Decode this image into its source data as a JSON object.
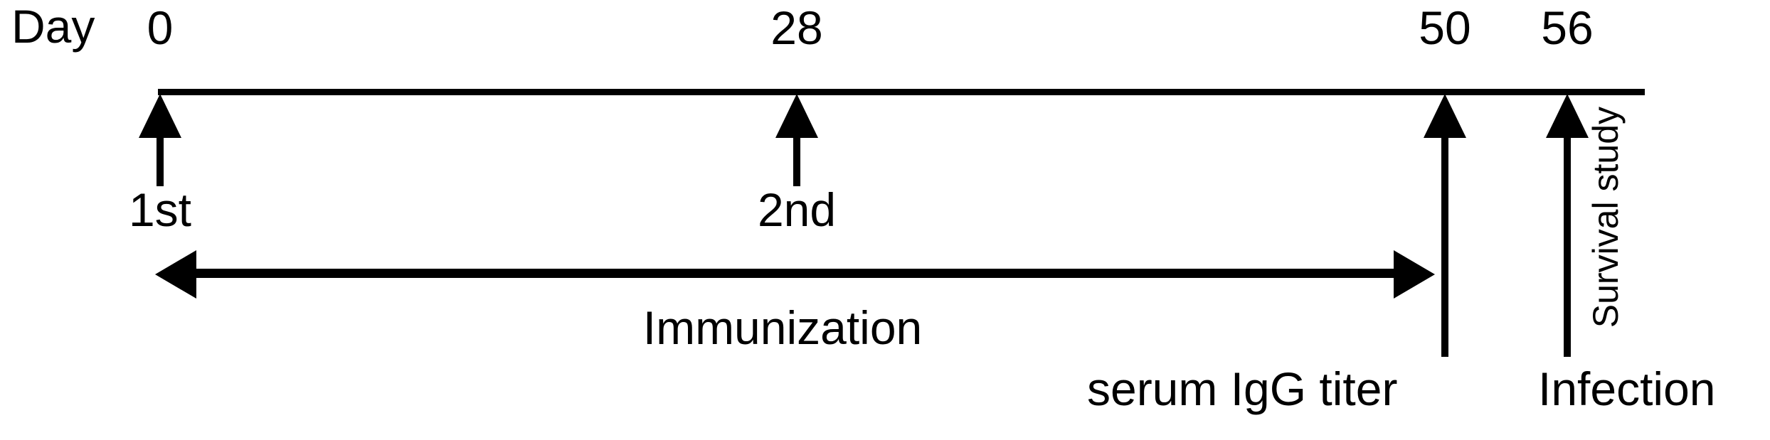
{
  "diagram": {
    "type": "experimental-timeline",
    "axis_label": "Day",
    "line_color": "#000000",
    "background_color": "#ffffff",
    "ticks": [
      {
        "day": "0",
        "x_pct": 0.0
      },
      {
        "day": "28",
        "x_pct": 42.9
      },
      {
        "day": "50",
        "x_pct": 86.5
      },
      {
        "day": "56",
        "x_pct": 94.7
      }
    ],
    "markers": {
      "day0": {
        "day": "0",
        "label": "1st"
      },
      "day28": {
        "day": "28",
        "label": "2nd"
      },
      "day50": {
        "day": "50",
        "label": "serum IgG titer"
      },
      "day56": {
        "day": "56",
        "label": "Infection"
      }
    },
    "span_arrow": {
      "label": "Immunization",
      "from_day": "0",
      "to_day": "50",
      "style": "double-headed"
    },
    "vertical_annotation": {
      "label": "Survival study",
      "from_day": "56",
      "orientation": "rotated-90"
    }
  }
}
